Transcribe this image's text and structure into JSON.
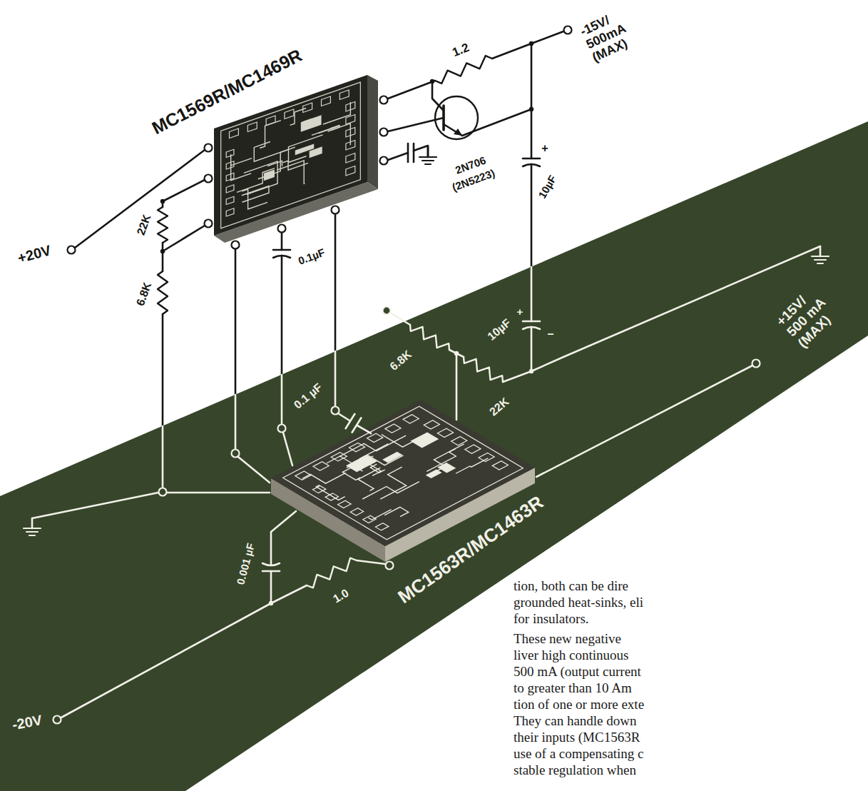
{
  "diagram": {
    "labels": [
      "MC1569R/MC1469R",
      "2N706",
      "(2N5223)",
      "1.2",
      "-15V/ 500mA (MAX)",
      "+",
      "10µF",
      "+20V",
      "22K",
      "6.8K",
      "0.1µF",
      "0.1 µF",
      "6.8K",
      "22K",
      "+",
      "10µF",
      "–",
      "+15V/ 500 mA (MAX)",
      "MC1563R/MC1463R",
      "0.001 µF",
      "1.0",
      "-20V",
      "tion, both can be dire",
      "grounded heat-sinks, eli",
      "for insulators.",
      "These new negative",
      "liver high continuous",
      "500 mA (output current",
      "to greater than 10 Am",
      "tion of one or more exte",
      "They can handle down",
      "their inputs (MC1563R",
      "use of a compensating c",
      "stable regulation when"
    ]
  }
}
